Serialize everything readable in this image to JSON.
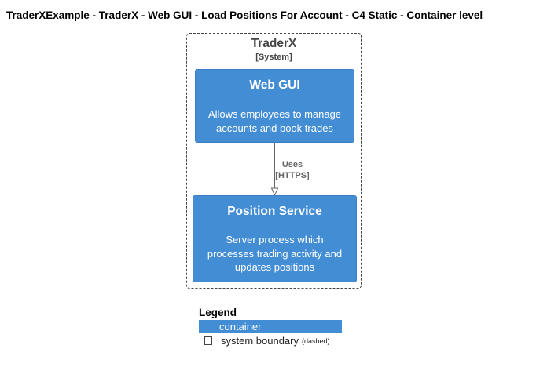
{
  "title": "TraderXExample - TraderX - Web GUI - Load Positions For Account - C4 Static - Container level",
  "boundary": {
    "name": "TraderX",
    "type": "[System]"
  },
  "containers": [
    {
      "name": "Web GUI",
      "description": "Allows employees to manage\naccounts and book trades"
    },
    {
      "name": "Position Service",
      "description": "Server process which\nprocesses trading activity and\nupdates positions"
    }
  ],
  "relationship": {
    "label": "Uses",
    "technology": "[HTTPS]"
  },
  "legend": {
    "title": "Legend",
    "items": [
      {
        "label": "container",
        "color": "#438dd5"
      },
      {
        "label": "system boundary",
        "note": "(dashed)"
      }
    ]
  },
  "colors": {
    "container_fill": "#438dd5",
    "boundary_stroke": "#444444",
    "relationship_stroke": "#666666"
  }
}
